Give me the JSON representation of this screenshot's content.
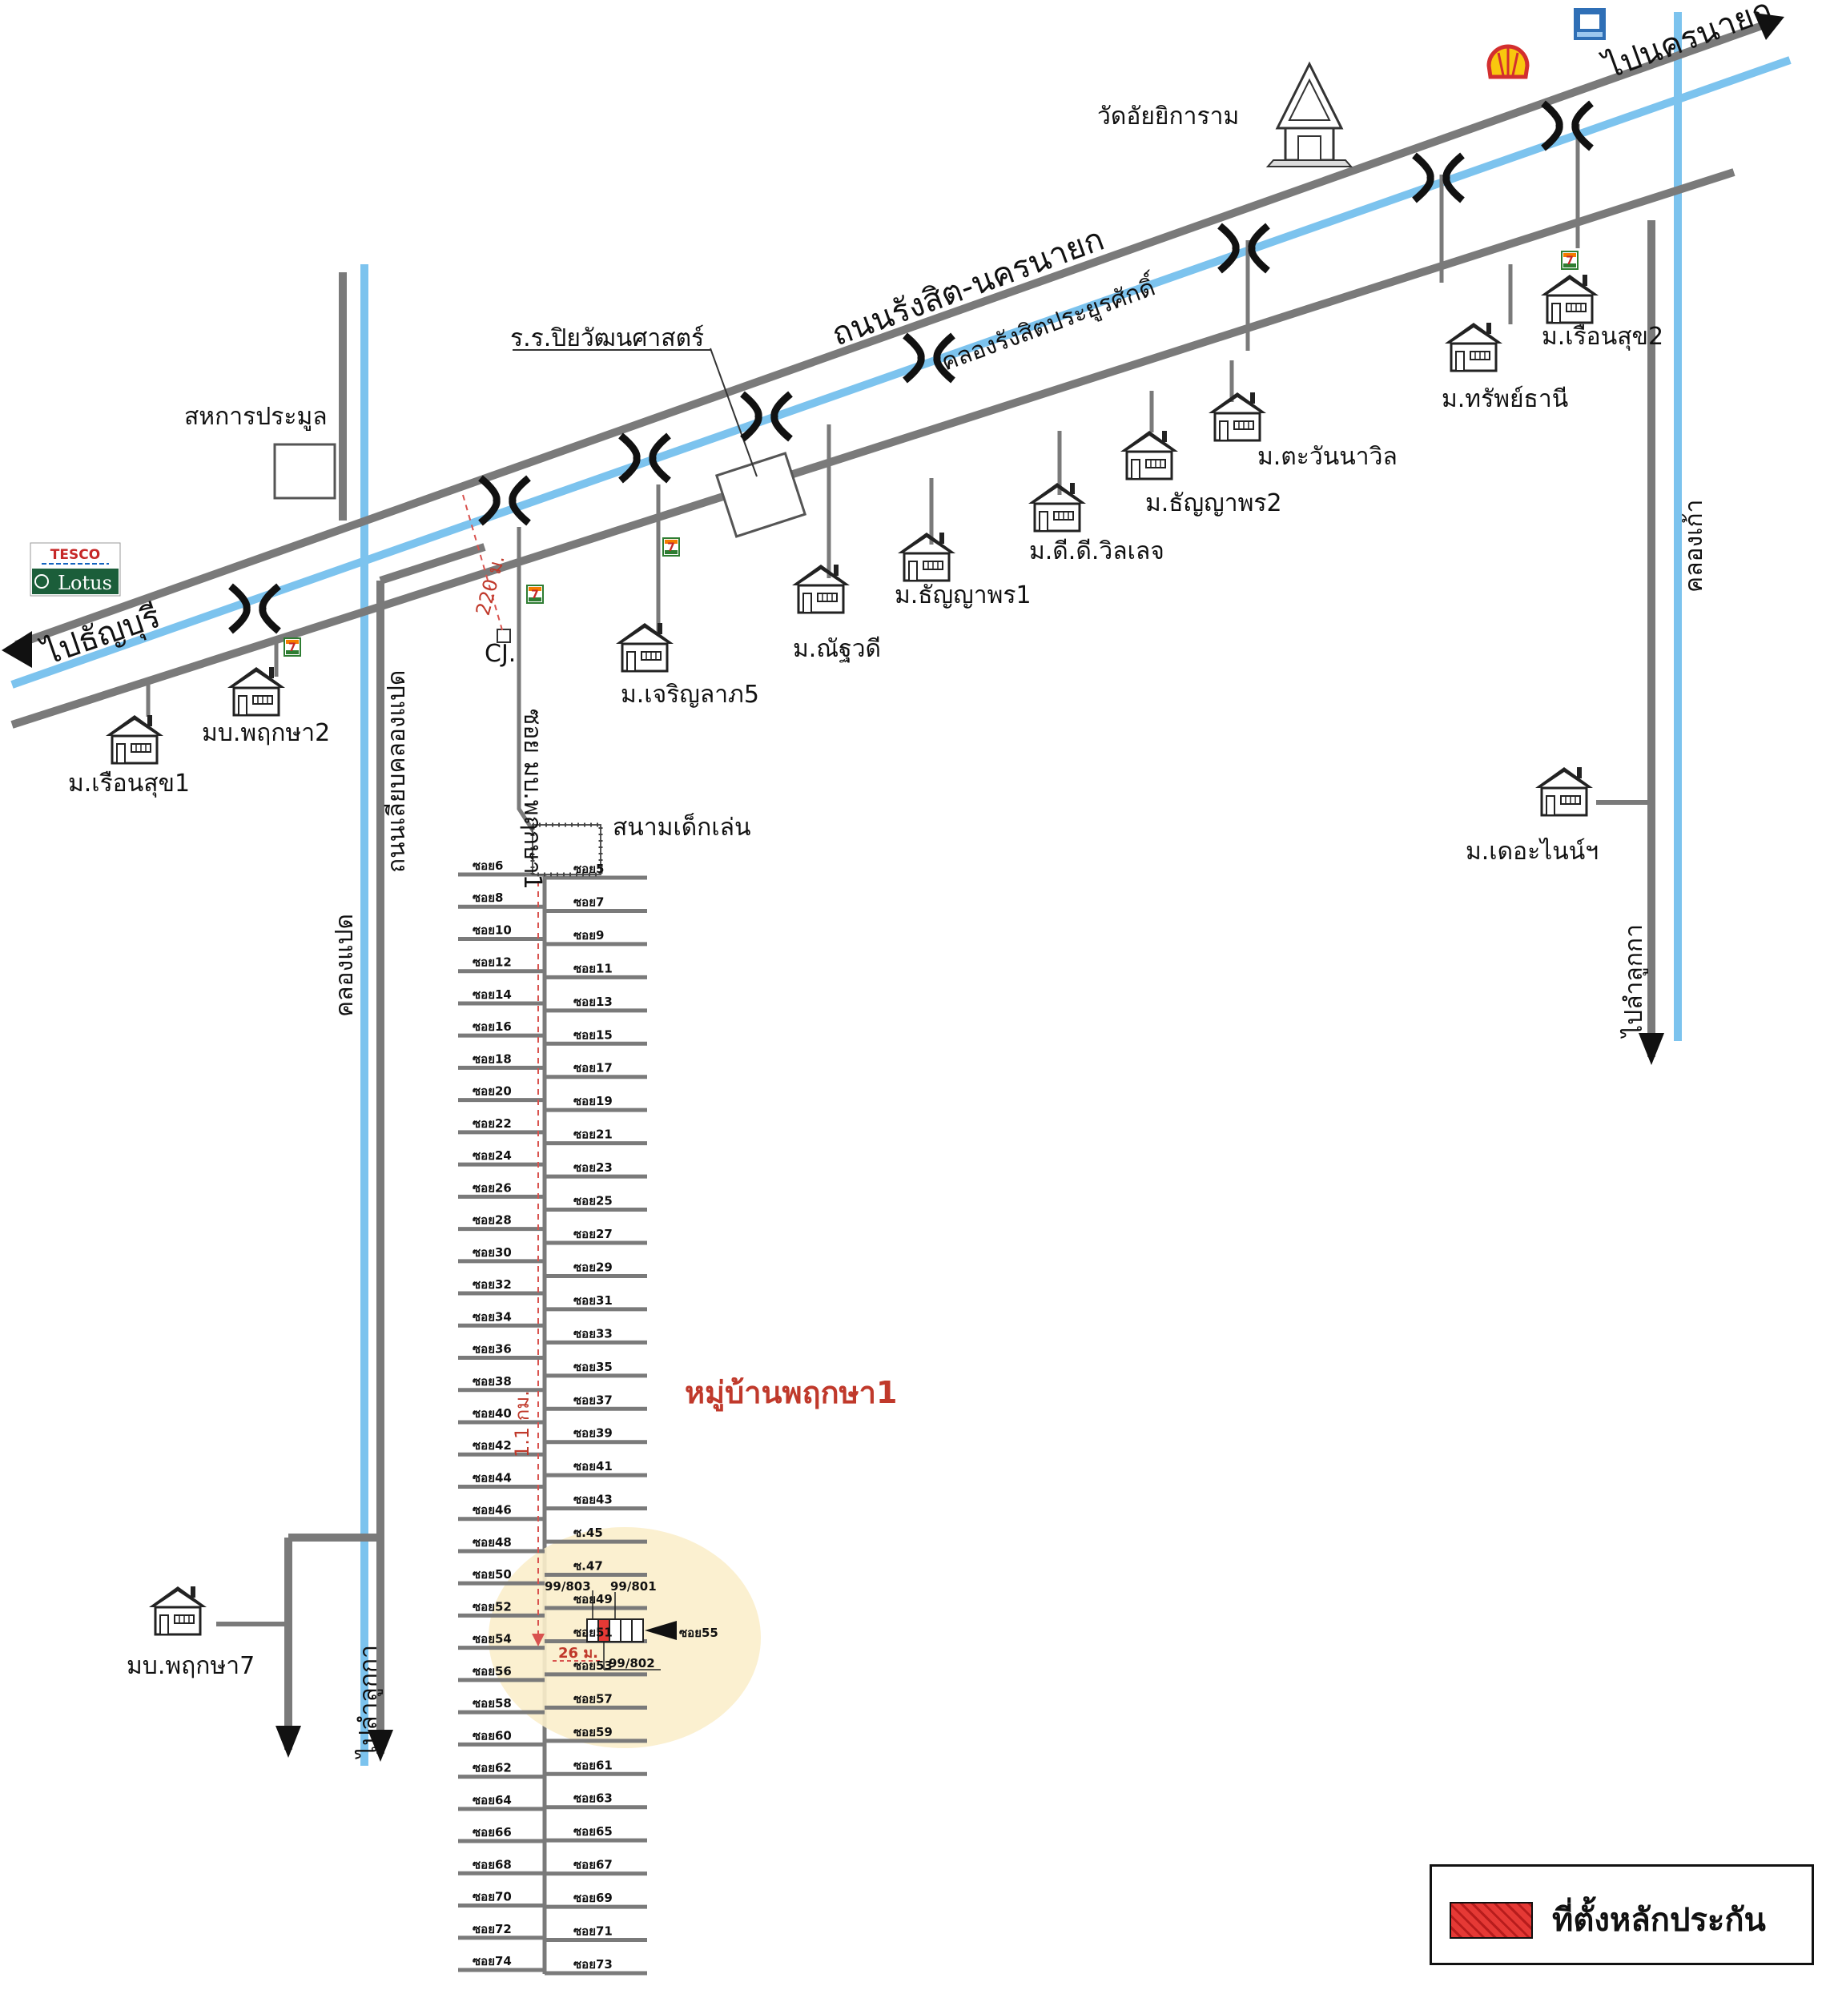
{
  "labels": {
    "to_pathum": "ไปธัญบุรี",
    "to_nakhon": "ไปนครนายก",
    "road_main": "ถนนรังสิต-นครนายก",
    "canal_main": "คลองรังสิตประยูรศักดิ์",
    "temple": "วัดอัยยิการาม",
    "school": "ร.ร.ปิยวัฒนศาสตร์",
    "sahakarn": "สหการประมูล",
    "canal8": "คลองแปด",
    "road_canal8": "ถนนเลียบคลองแปด",
    "canal9": "คลองเก้า",
    "to_lamlukka_1": "ไปลำลูกกา",
    "to_lamlukka_2": "ไปลำลูกกา",
    "soi_road": "ซอย มบ.พฤกษา1",
    "playground": "สนามเด็กเล่น",
    "village": "หมู่บ้านพฤกษา1",
    "dist_220": "220 ม.",
    "dist_11km": "1.1 กม.",
    "dist_26": "26 ม.",
    "cj": "CJ.",
    "plot_803": "99/803",
    "plot_801": "99/801",
    "plot_802": "99/802",
    "soi55_arrow": "ซอย55",
    "tesco": "TESCO",
    "lotus": "Lotus",
    "seven": "7"
  },
  "villages": [
    {
      "id": "ruensuk1",
      "name": "ม.เรือนสุข1"
    },
    {
      "id": "pruksa2",
      "name": "มบ.พฤกษา2"
    },
    {
      "id": "charoen5",
      "name": "ม.เจริญลาภ5"
    },
    {
      "id": "nattha",
      "name": "ม.ณัฐวดี"
    },
    {
      "id": "thanya1",
      "name": "ม.ธัญญาพร1"
    },
    {
      "id": "dd",
      "name": "ม.ดี.ดี.วิลเลจ"
    },
    {
      "id": "thanya2",
      "name": "ม.ธัญญาพร2"
    },
    {
      "id": "tawan",
      "name": "ม.ตะวันนาวิล"
    },
    {
      "id": "sap",
      "name": "ม.ทรัพย์ธานี"
    },
    {
      "id": "ruensuk2",
      "name": "ม.เรือนสุข2"
    },
    {
      "id": "dnine",
      "name": "ม.เดอะไนน์ฯ"
    },
    {
      "id": "pruksa7",
      "name": "มบ.พฤกษา7"
    }
  ],
  "sois_left": [
    "ซอย6",
    "ซอย8",
    "ซอย10",
    "ซอย12",
    "ซอย14",
    "ซอย16",
    "ซอย18",
    "ซอย20",
    "ซอย22",
    "ซอย24",
    "ซอย26",
    "ซอย28",
    "ซอย30",
    "ซอย32",
    "ซอย34",
    "ซอย36",
    "ซอย38",
    "ซอย40",
    "ซอย42",
    "ซอย44",
    "ซอย46",
    "ซอย48",
    "ซอย50",
    "ซอย52",
    "ซอย54",
    "ซอย56",
    "ซอย58",
    "ซอย60",
    "ซอย62",
    "ซอย64",
    "ซอย66",
    "ซอย68",
    "ซอย70",
    "ซอย72",
    "ซอย74"
  ],
  "sois_right": [
    "ซอย5",
    "ซอย7",
    "ซอย9",
    "ซอย11",
    "ซอย13",
    "ซอย15",
    "ซอย17",
    "ซอย19",
    "ซอย21",
    "ซอย23",
    "ซอย25",
    "ซอย27",
    "ซอย29",
    "ซอย31",
    "ซอย33",
    "ซอย35",
    "ซอย37",
    "ซอย39",
    "ซอย41",
    "ซอย43",
    "ซ.45",
    "ซ.47",
    "ซอย49",
    "ซอย51",
    "ซอย53",
    "ซอย57",
    "ซอย59",
    "ซอย61",
    "ซอย63",
    "ซอย65",
    "ซอย67",
    "ซอย69",
    "ซอย71",
    "ซอย73"
  ],
  "legend": {
    "text": "ที่ตั้งหลักประกัน"
  },
  "colors": {
    "road": "#7a7a7a",
    "canal": "#7cc3ee",
    "accent": "#c0392b",
    "collateral": "#e53935",
    "highlight": "#fbeecb"
  },
  "icons": [
    "house-icon",
    "bridge-icon",
    "seven-eleven-icon",
    "temple-icon",
    "shell-icon",
    "bank-icon",
    "tesco-lotus-logo"
  ]
}
